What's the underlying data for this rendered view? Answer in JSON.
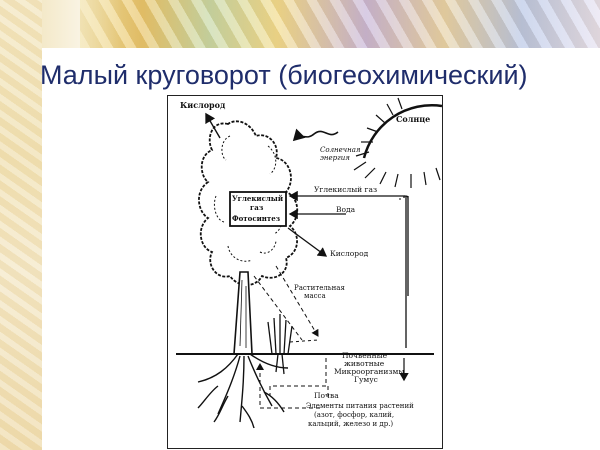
{
  "slide": {
    "title": "Малый круговорот (биогеохимический)"
  },
  "diagram": {
    "labels": {
      "oxygen_top": "Кислород",
      "sun": "Солнце",
      "solar_energy_line1": "Солнечная",
      "solar_energy_line2": "энергия",
      "co2_right": "Углекислый газ",
      "water": "Вода",
      "oxygen_mid": "Кислород",
      "box_line1": "Углекислый",
      "box_line2": "газ",
      "box_line3": "Фотосинтез",
      "plant_mass_line1": "Растительная",
      "plant_mass_line2": "масса",
      "soil_fauna_line1": "Почвенные",
      "soil_fauna_line2": "животные",
      "soil_fauna_line3": "Микроорганизмы",
      "soil_fauna_line4": "Гумус",
      "soil": "Почва",
      "nutrients_line1": "Элементы питания растений",
      "nutrients_line2": "(азот, фосфор, калий,",
      "nutrients_line3": "кальций, железо и др.)"
    }
  }
}
